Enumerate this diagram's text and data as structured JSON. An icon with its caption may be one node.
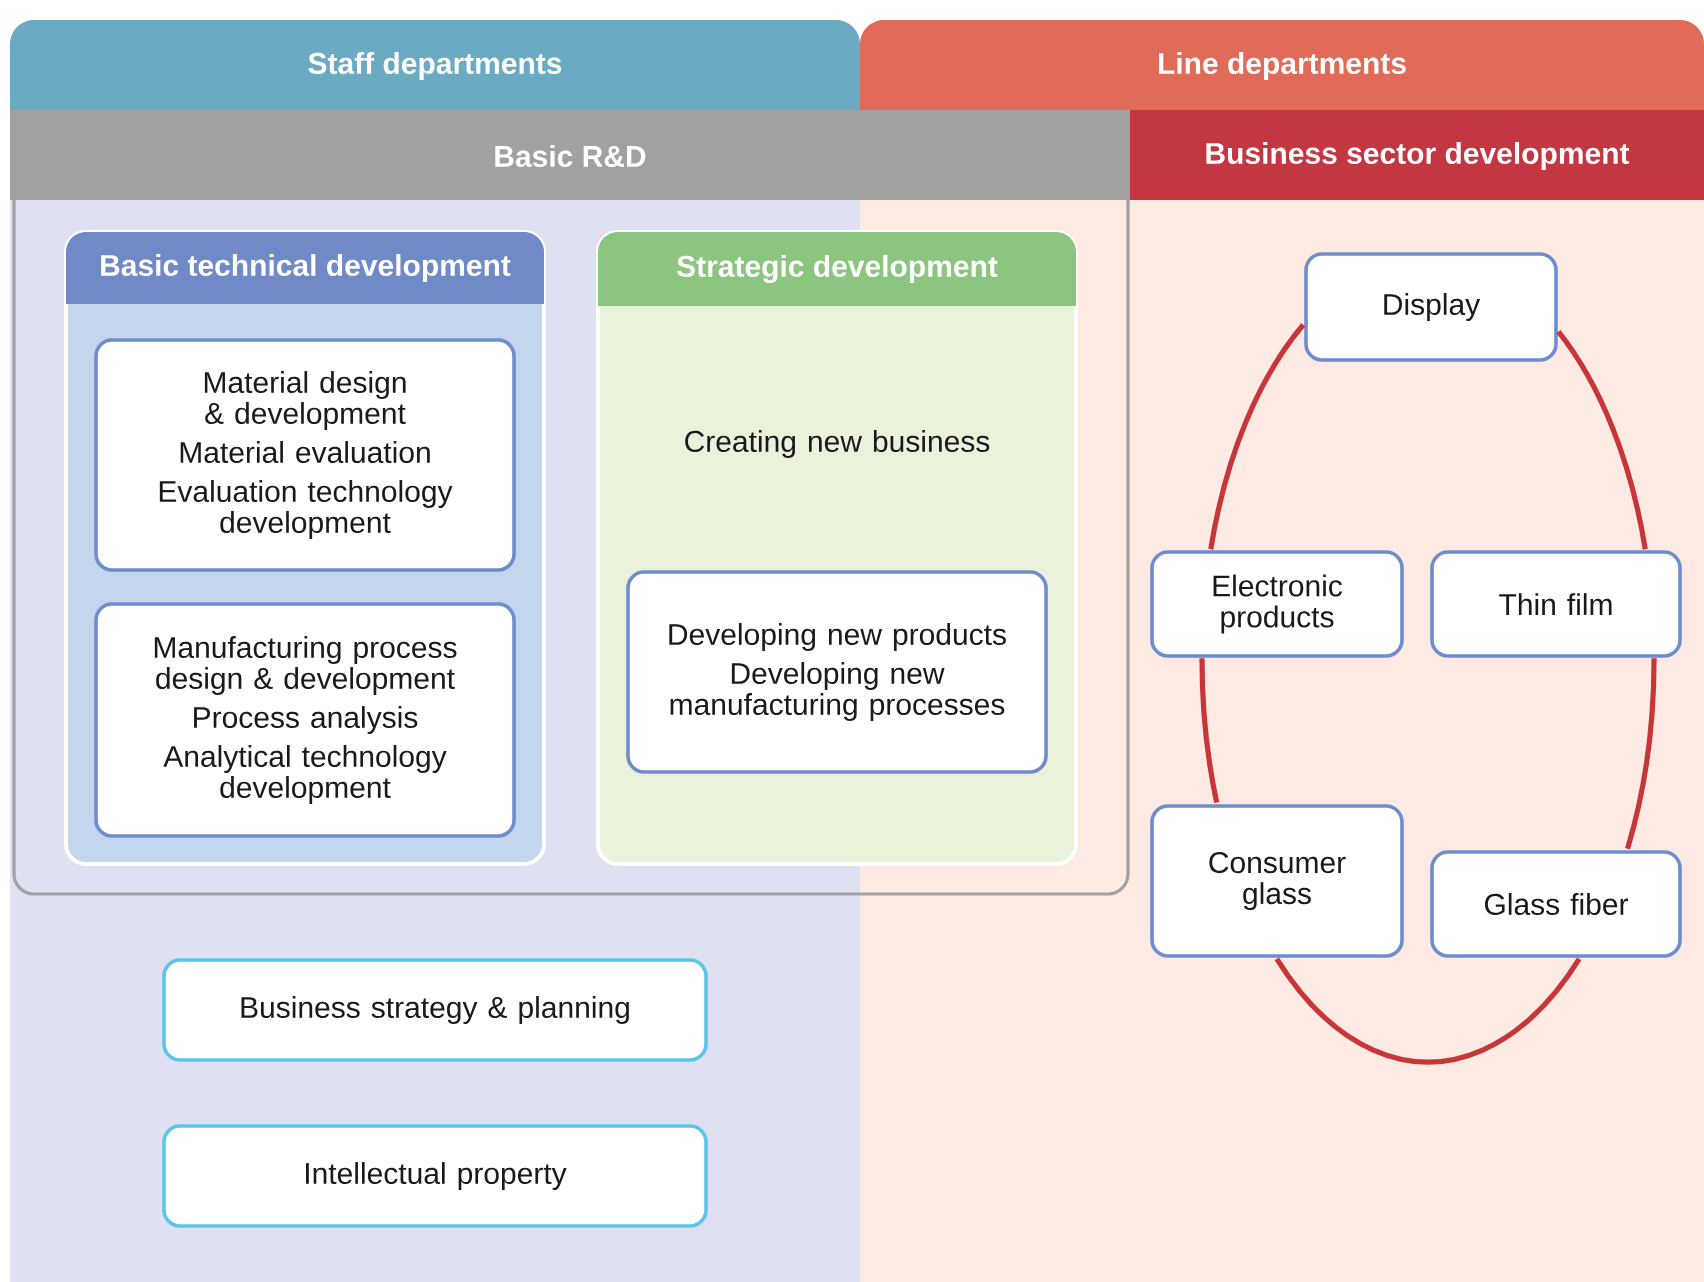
{
  "diagram": {
    "nodes": [
      {
        "text": [
          "Staff departments"
        ]
      },
      {
        "text": [
          "Line departments"
        ]
      },
      {
        "text": [
          "Basic R&D"
        ]
      },
      {
        "text": [
          "Business sector development"
        ],
        "in": 1
      },
      {
        "text": [
          "Basic technical development"
        ]
      },
      {
        "text": [
          "Material design & development",
          "Material evaluation",
          "Evaluation technology development"
        ],
        "in": 4
      },
      {
        "text": [
          "Manufacturing process design & development",
          "Process analysis",
          "Analytical technology development"
        ],
        "in": 4
      },
      {
        "text": [
          "Strategic development",
          "Creating new business"
        ],
        "in": 2
      },
      {
        "text": [
          "Developing new products",
          "Developing new manufacturing processes"
        ],
        "in": 7
      },
      {
        "text": [
          "Business strategy & planning"
        ],
        "in": 0
      },
      {
        "text": [
          "Intellectual property"
        ],
        "in": 0
      },
      {
        "text": [
          "Display"
        ],
        "in": 1
      },
      {
        "text": [
          "Electronic products"
        ],
        "in": 1
      },
      {
        "text": [
          "Thin film"
        ],
        "in": 1
      },
      {
        "text": [
          "Consumer glass"
        ],
        "in": 1
      },
      {
        "text": [
          "Glass fiber"
        ],
        "in": 1
      }
    ],
    "edges": [
      {
        "from": 11,
        "to": 13,
        "arrow": "none"
      },
      {
        "from": 13,
        "to": 15,
        "arrow": "none"
      },
      {
        "from": 15,
        "to": 14,
        "arrow": "none"
      },
      {
        "from": 14,
        "to": 12,
        "arrow": "none"
      },
      {
        "from": 12,
        "to": 11,
        "arrow": "none"
      }
    ]
  }
}
